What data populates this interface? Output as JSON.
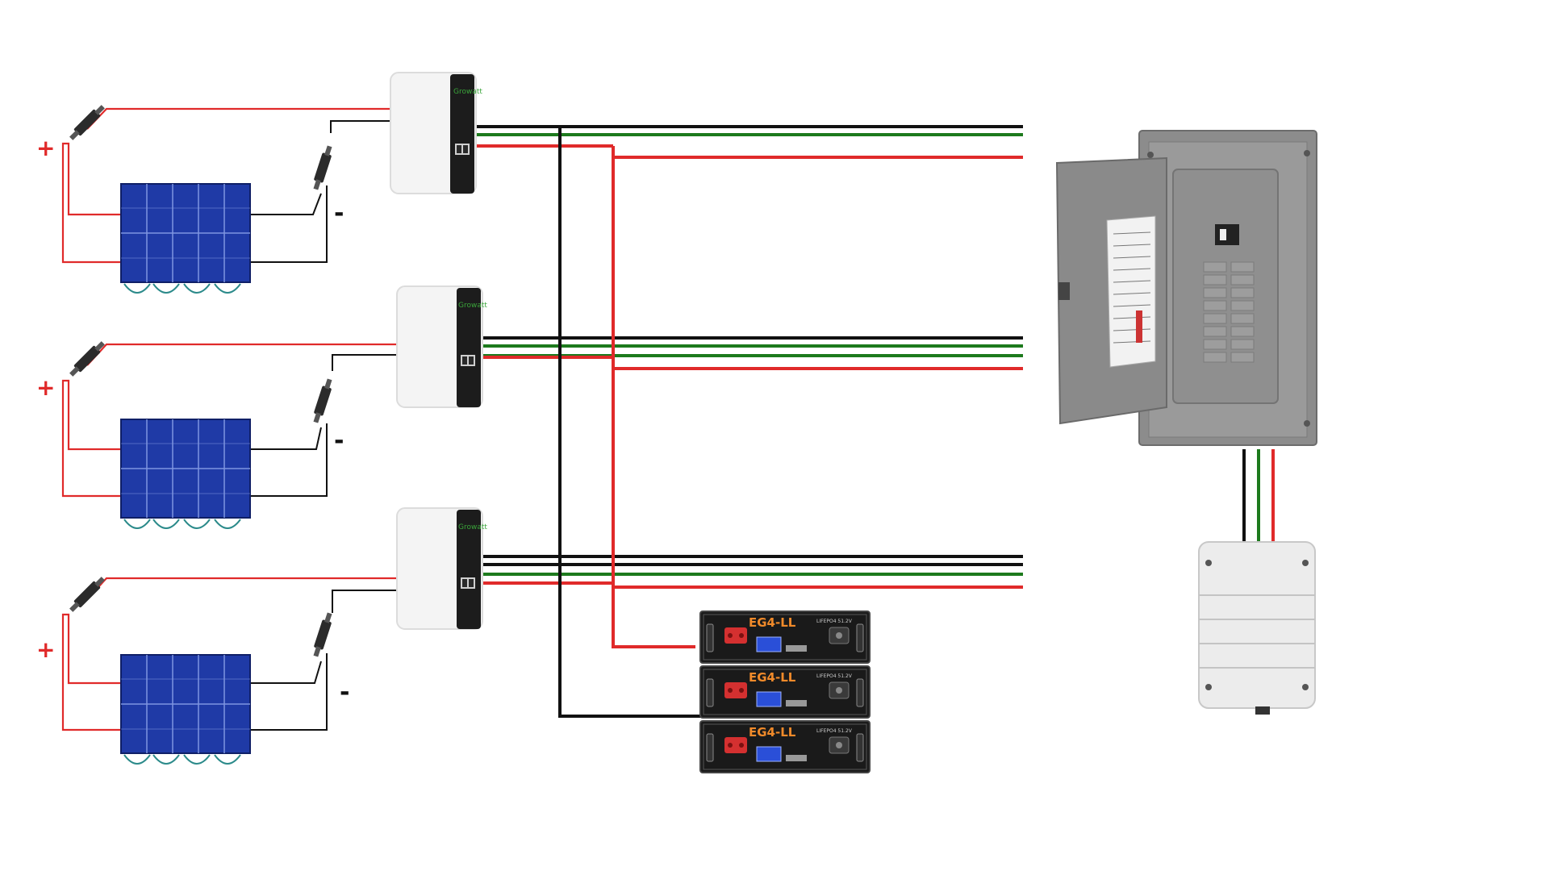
{
  "labels": {
    "positive": "+",
    "negative": "-"
  },
  "inverter": {
    "brand": "Growatt"
  },
  "battery": {
    "brand": "EG4-LL",
    "model_text": "LIFEPO4 51.2V"
  },
  "colors": {
    "positive_wire": "#e02a2a",
    "negative_wire": "#111111",
    "ground_wire": "#1d7a1d",
    "solar_cell": "#1f3aa6",
    "panel_box": "#8c8c8c",
    "inverter_face": "#f4f4f4",
    "inverter_side": "#1c1c1c",
    "battery_body": "#1a1a1a",
    "battery_display": "#2a4fd8",
    "battery_terminal_red": "#d43030",
    "brand_green": "#3aa53a",
    "egll_orange": "#f08a2a"
  },
  "icons": {
    "solar_panel": "solar-panel-icon",
    "pv_disconnect": "pv-disconnect-switch-icon",
    "inverter": "hybrid-inverter-icon",
    "breaker_panel": "breaker-panel-icon",
    "junction_box": "junction-box-icon",
    "battery": "battery-module-icon"
  }
}
